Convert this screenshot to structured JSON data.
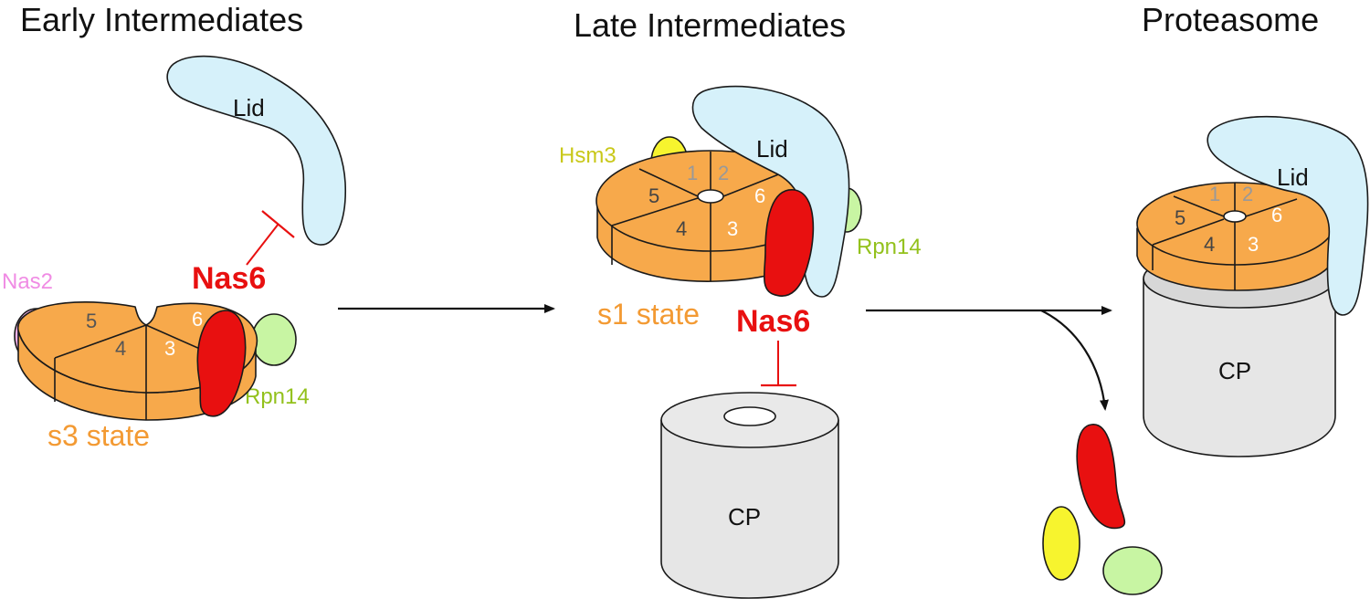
{
  "titles": {
    "early": "Early Intermediates",
    "late": "Late Intermediates",
    "final": "Proteasome"
  },
  "lid_label": "Lid",
  "cp_label": "CP",
  "labels": {
    "nas2": "Nas2",
    "nas6": "Nas6",
    "rpn14": "Rpn14",
    "hsm3": "Hsm3",
    "s3_state": "s3 state",
    "s1_state": "s1 state"
  },
  "subunits": {
    "s1": "1",
    "s2": "2",
    "s3": "3",
    "s4": "4",
    "s5": "5",
    "s6": "6"
  },
  "colors": {
    "orange": "#F7A94B",
    "orange_label": "#F39A33",
    "lid": "#D6F1FA",
    "red": "#E81010",
    "nas2_pink": "#F7B3EE",
    "nas2_text": "#F08CE4",
    "rpn14_green": "#C8F5A3",
    "rpn14_text": "#93C11C",
    "hsm3_yellow": "#F7F42E",
    "hsm3_text": "#C9C81A",
    "cp_gray": "#E6E6E6"
  }
}
